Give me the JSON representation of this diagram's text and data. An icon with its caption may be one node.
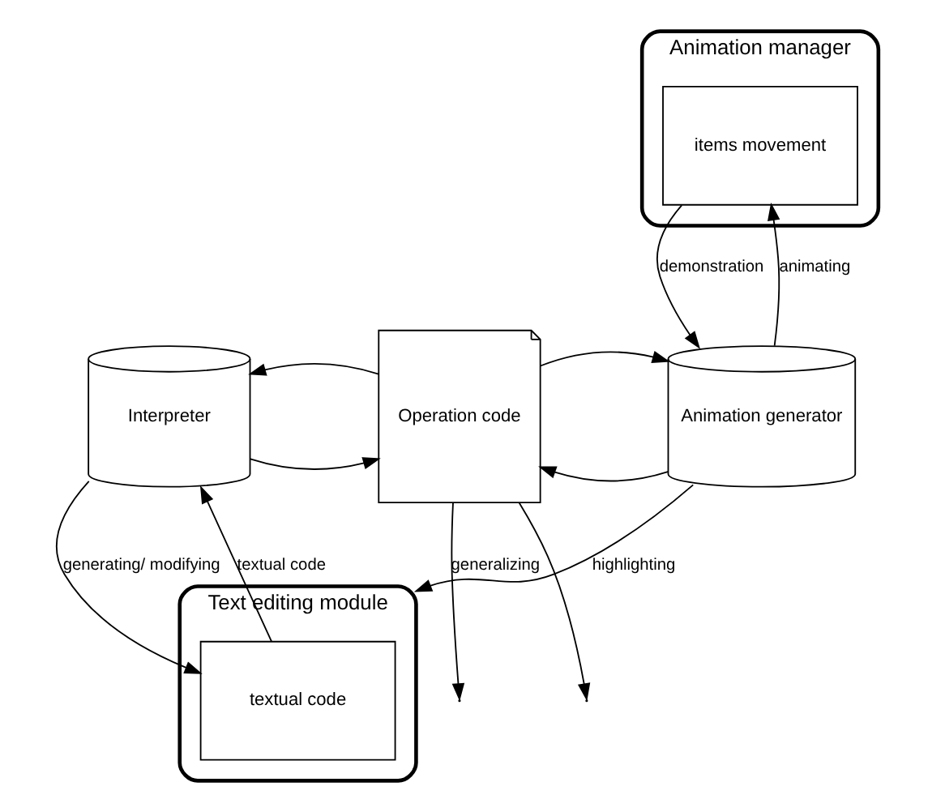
{
  "diagram": {
    "nodes": [
      {
        "text": [
          "Text editing module"
        ]
      },
      {
        "text": [
          "textual code"
        ],
        "in": 0
      },
      {
        "text": [
          "Animation manager"
        ]
      },
      {
        "text": [
          "items movement"
        ],
        "in": 2
      },
      {
        "text": [
          "Interpreter"
        ]
      },
      {
        "text": [
          "Operation code"
        ]
      },
      {
        "text": [
          "Animation generator"
        ]
      }
    ],
    "edges": [
      {
        "from": 1,
        "to": 4,
        "arrow": "to",
        "label": "textual code"
      },
      {
        "from": 4,
        "to": 1,
        "arrow": "to",
        "label": "generating/ modifying"
      },
      {
        "from": 6,
        "to": 0,
        "arrow": "to",
        "label": "highlighting"
      },
      {
        "from": 6,
        "to": 3,
        "arrow": "to",
        "label": "animating"
      },
      {
        "from": 3,
        "to": 6,
        "arrow": "to",
        "label": "demonstration"
      },
      {
        "from": 4,
        "to": 5,
        "arrow": "to"
      },
      {
        "from": 5,
        "to": 4,
        "arrow": "to"
      },
      {
        "from": 6,
        "to": 5,
        "arrow": "to"
      },
      {
        "from": 5,
        "to": 6,
        "arrow": "to"
      },
      {
        "from": 5,
        "to": null,
        "arrow": "to",
        "label": "generalizing"
      },
      {
        "from": 5,
        "to": null,
        "arrow": "to"
      }
    ]
  }
}
